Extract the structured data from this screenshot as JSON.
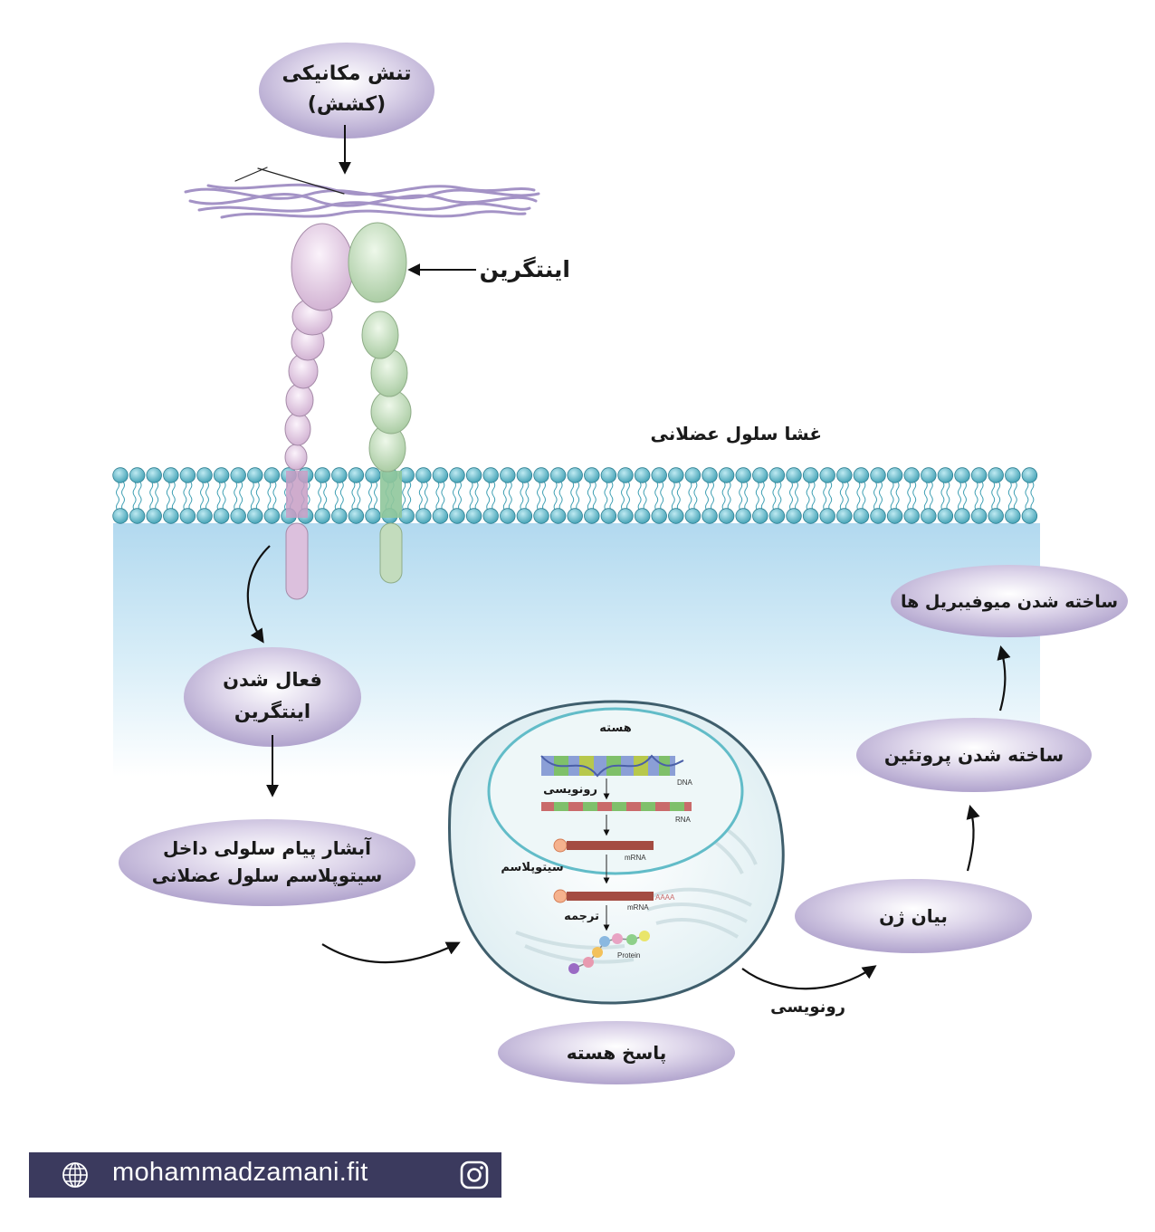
{
  "labels": {
    "mechanical_stress_line1": "تنش مکانیکی",
    "mechanical_stress_line2": "(کشش)",
    "integrin": "اینتگرین",
    "membrane": "غشا سلول عضلانی",
    "integrin_activation_line1": "فعال شدن",
    "integrin_activation_line2": "اینتگرین",
    "cascade_line1": "آبشار پیام سلولی داخل",
    "cascade_line2": "سیتوپلاسم سلول عضلانی",
    "nucleus": "هسته",
    "transcription_inner": "رونویسی",
    "cytoplasm": "سیتوپلاسم",
    "translation": "ترجمه",
    "dna": "DNA",
    "rna": "RNA",
    "mrna_1": "mRNA",
    "mrna_2": "mRNA",
    "poly_a": "AAAA",
    "protein": "Protein",
    "nuclear_response": "پاسخ هسته",
    "transcription": "رونویسی",
    "gene_expression": "بیان ژن",
    "protein_synthesis": "ساخته شدن پروتئین",
    "myofibril_synthesis": "ساخته شدن میوفیبریل ها"
  },
  "footer": {
    "website": "mohammadzamani.fit",
    "globe_icon": "globe-icon",
    "instagram_icon": "instagram-icon"
  },
  "colors": {
    "ellipse_fill": "#b9add3",
    "membrane_head": "#5fb8c8",
    "cytoplasm_blue": "#b9ddf0",
    "integrin_alpha": "#dcc4dd",
    "integrin_beta": "#bcd8b6",
    "footer_bg": "#3b3a5e"
  }
}
